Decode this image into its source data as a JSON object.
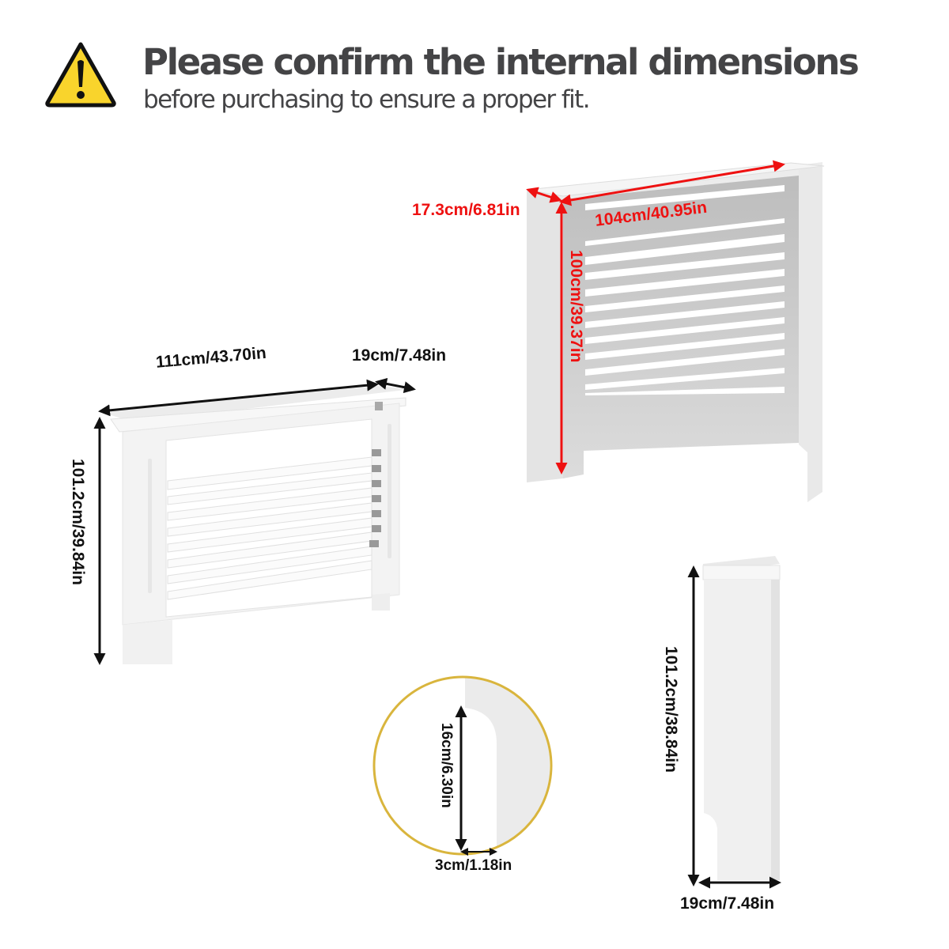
{
  "header": {
    "icon": "warning-triangle-icon",
    "title": "Please confirm the internal dimensions",
    "subtitle": "before purchasing to ensure a proper fit."
  },
  "colors": {
    "text": "#444446",
    "warning_fill": "#f9d42c",
    "dimension_black": "#111111",
    "dimension_red": "#ee1111",
    "detail_circle_border": "#d9b53d",
    "cabinet_white": "#f4f4f4",
    "cabinet_shade": "#c9c9c9"
  },
  "views": {
    "front_view": {
      "width_label": "111cm/43.70in",
      "depth_label": "19cm/7.48in",
      "height_label": "101.2cm/39.84in"
    },
    "internal_view": {
      "depth_label": "17.3cm/6.81in",
      "width_label": "104cm/40.95in",
      "height_label": "100cm/39.37in"
    },
    "detail_view": {
      "cutout_height_label": "16cm/6.30in",
      "cutout_width_label": "3cm/1.18in"
    },
    "side_view": {
      "height_label": "101.2cm/38.84in",
      "depth_label": "19cm/7.48in"
    }
  }
}
